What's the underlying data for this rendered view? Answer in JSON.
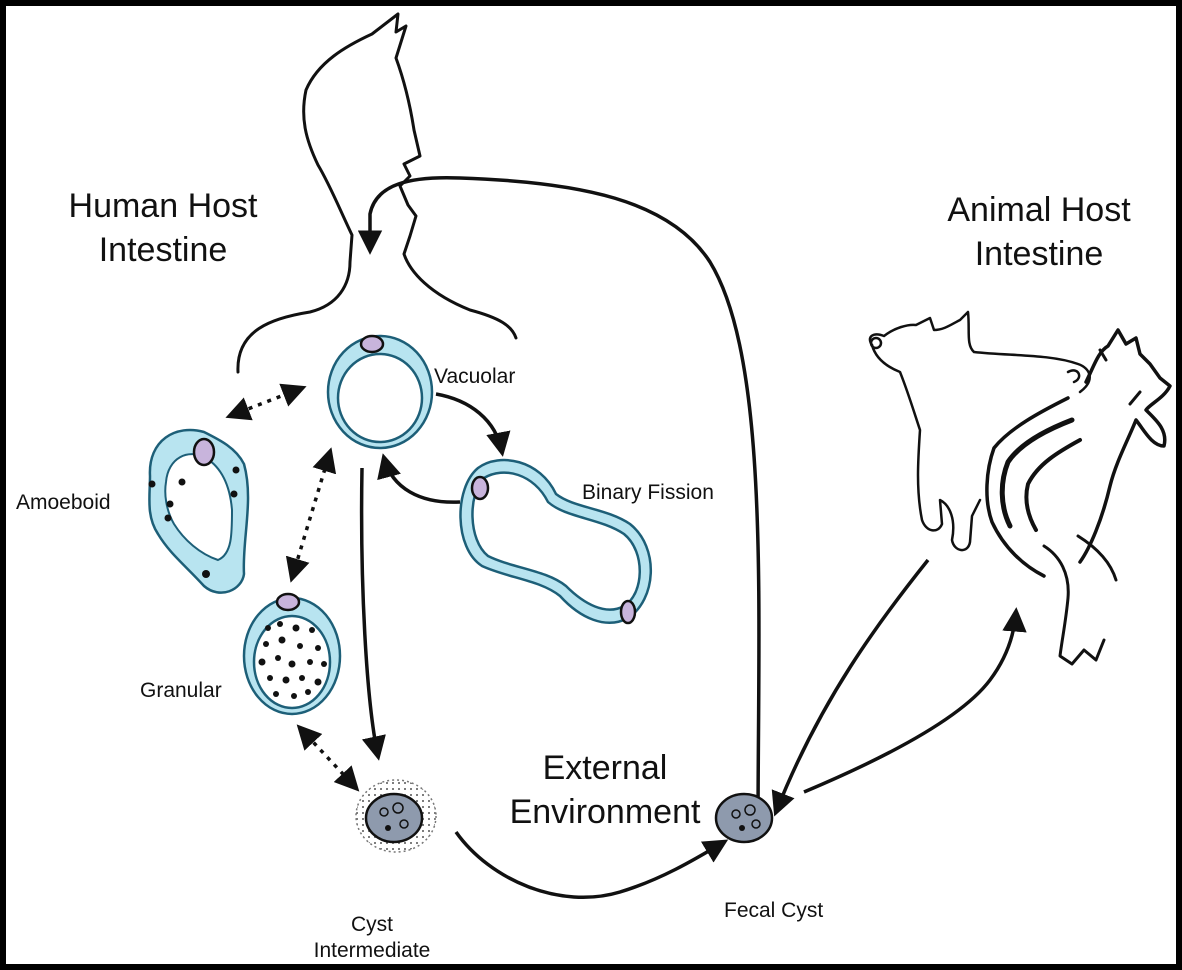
{
  "labels": {
    "human_host_line1": "Human Host",
    "human_host_line2": "Intestine",
    "animal_host_line1": "Animal Host",
    "animal_host_line2": "Intestine",
    "external_line1": "External",
    "external_line2": "Environment",
    "vacuolar": "Vacuolar",
    "binary_fission": "Binary Fission",
    "amoeboid": "Amoeboid",
    "granular": "Granular",
    "cyst_line1": "Cyst",
    "cyst_line2": "Intermediate",
    "fecal_cyst": "Fecal Cyst"
  },
  "colors": {
    "cell_fill": "#b8e4f0",
    "cell_stroke": "#1d5f78",
    "nucleus_fill": "#c8b4dc",
    "cyst_fill": "#8e9aad",
    "line": "#111111"
  },
  "icons": [
    "human-silhouette-icon",
    "pig-icon",
    "rooster-icon"
  ]
}
